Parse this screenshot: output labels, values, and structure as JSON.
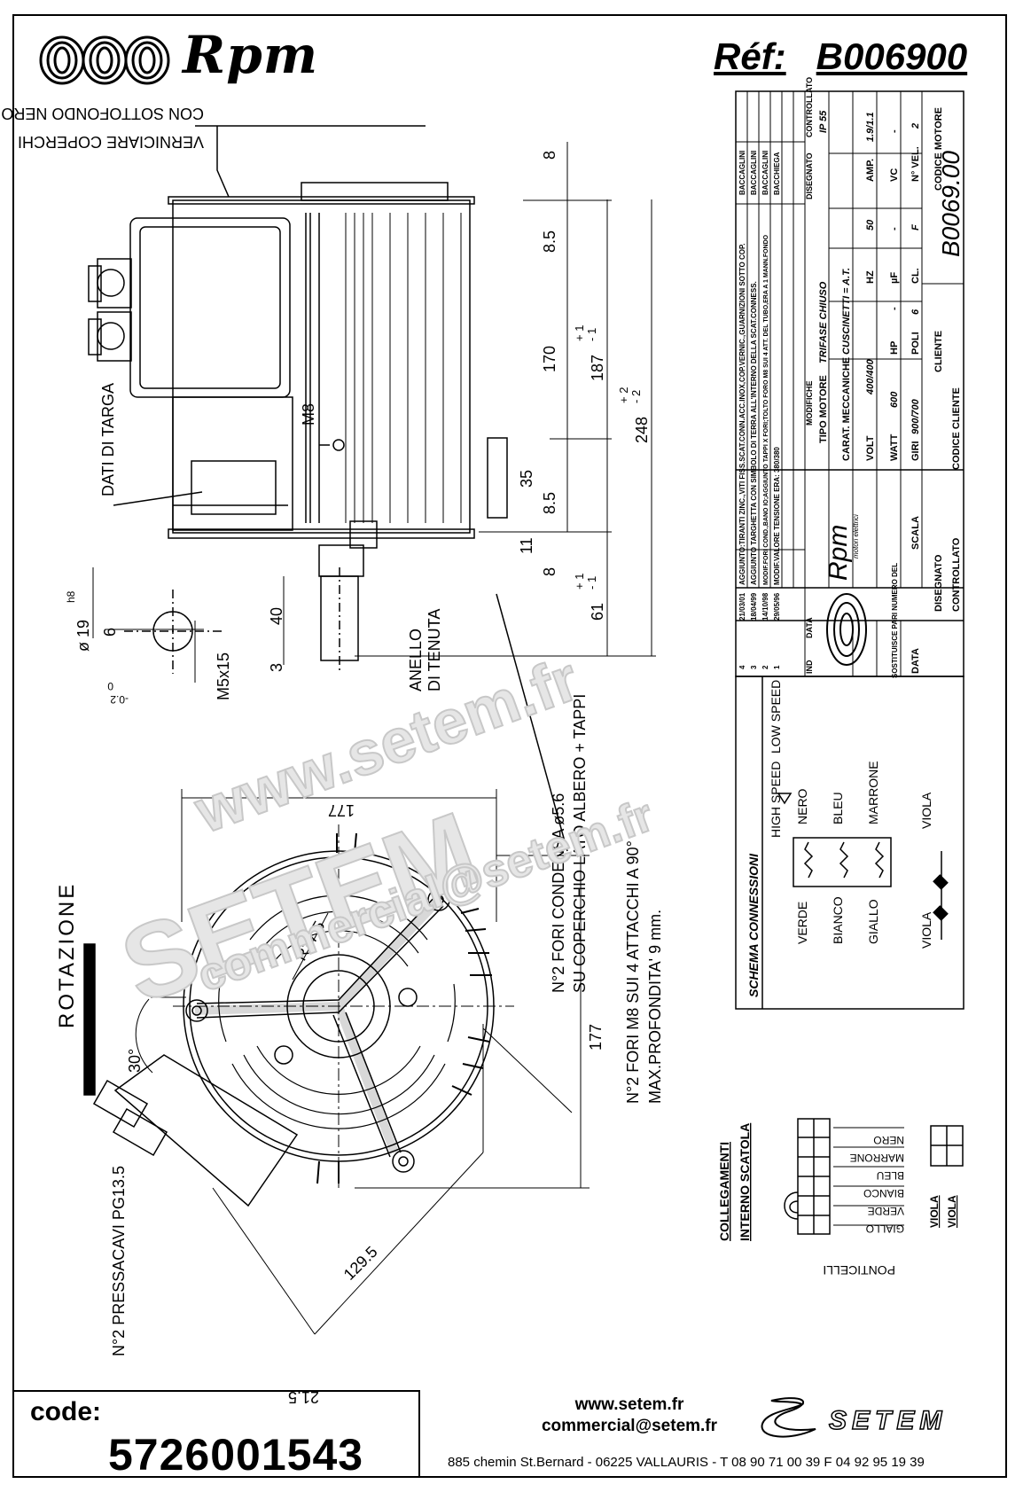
{
  "header": {
    "brand": "Rpm",
    "ref_label": "Réf:",
    "ref_value": "B006900"
  },
  "watermarks": {
    "url1": "www.setem.fr",
    "url2": "www.setem.fr",
    "brand": "SETEM",
    "email": "commercial@setem.fr"
  },
  "drawing": {
    "top_note_line1": "VERNICIARE COPERCHI",
    "top_note_line2": "CON SOTTOFONDO NERO",
    "dati_di_targa": "DATI DI TARGA",
    "m8": "M8",
    "anello_line1": "ANELLO",
    "anello_line2": "DI TENUTA",
    "dim_8a": "8",
    "dim_85a": "8.5",
    "dim_170": "170",
    "dim_187": "187",
    "dim_187_tol_plus": "+ 1",
    "dim_187_tol_minus": "- 1",
    "dim_35": "35",
    "dim_85b": "8.5",
    "dim_11": "11",
    "dim_8b": "8",
    "dim_248": "248",
    "dim_248_tol_plus": "+ 2",
    "dim_248_tol_minus": "- 2",
    "dim_61": "61",
    "dim_61_tol_plus": "+ 1",
    "dim_61_tol_minus": "- 1",
    "dim_40": "40",
    "dim_3": "3",
    "shaft_dia": "ø 19",
    "shaft_fit": "h8",
    "shaft_6": "6",
    "shaft_215": "21.5",
    "shaft_215_tol_upper": "0",
    "shaft_215_tol_lower": "-0.2",
    "shaft_m5": "M5x15",
    "dim_177_top": "177",
    "dim_177_side": "177",
    "dim_1295": "129.5",
    "r375": "R37.5",
    "angle_30": "30°",
    "note_fori_cond_1": "N°2 FORI CONDENSA ø5.6",
    "note_fori_cond_2": "SU COPERCHIO LATO ALBERO + TAPPI",
    "note_fori_m8_1": "N°2 FORI M8 SUI 4 ATTACCHI A 90°",
    "note_fori_m8_2": "MAX.PROFONDITA' 9 mm.",
    "rotazione": "ROTAZIONE",
    "pressacavi": "N°2 PRESSACAVI PG13.5"
  },
  "title_block": {
    "revisions": [
      {
        "no": "4",
        "date": "21/03/01",
        "desc": "AGGIUNTO:TIRANTI ZINC.,VITI FISS.SCAT.CONN.ACC.INOX,COP.VERNIC.,GUARNIZIONI SOTTO COP.",
        "sign": "BACCAGLINI"
      },
      {
        "no": "3",
        "date": "18/04/99",
        "desc": "AGGIUNTO TARGHETTA CON SIMBOLO DI TERRA ALL'INTERNO DELLA SCAT.CONNESS.",
        "sign": "BACCAGLINI"
      },
      {
        "no": "2",
        "date": "14/10/98",
        "desc": "MODIF.FORI COND.,BANO IO;AGGIUNTO TAPPI X FORI;TOLTO FORO M8 SUI 4 ATT. DEL TUBO,ERA A 1 MANN.FONDO",
        "sign": "BACCAGLINI"
      },
      {
        "no": "1",
        "date": "29/05/96",
        "desc": "MODIF.VALORE TENSIONE ERA: 380/380",
        "sign": "BACCHIEGA"
      }
    ],
    "rev_header": {
      "no": "IND",
      "date": "DATA",
      "desc": "MODIFICHE",
      "designed": "DISEGNATO",
      "checked": "CONTROLLATO"
    },
    "small_brand": "Rpm",
    "small_brand_sub": "motori elettrici",
    "tipo_motore_label": "TIPO MOTORE",
    "tipo_motore_value": "TRIFASE CHIUSO",
    "ip": "IP 55",
    "carat_label": "CARAT. MECCANICHE",
    "carat_value": "CUSCINETTI = A.T.",
    "volt_label": "VOLT",
    "volt_value": "400/400",
    "hz_label": "HZ",
    "hz_value": "50",
    "amp_label": "AMP.",
    "amp_value": "1.9/1.1",
    "watt_label": "WATT",
    "watt_value": "600",
    "hp_label": "HP",
    "hp_value": "-",
    "uf_label": "µF",
    "uf_value": "-",
    "vc_label": "VC",
    "vc_value": "-",
    "giri_label": "GIRI",
    "giri_value": "900/700",
    "poli_label": "POLI",
    "poli_value": "6",
    "cl_label": "CL.",
    "cl_value": "F",
    "nvel_label": "N° VEL.",
    "nvel_value": "2",
    "sostituisce": "SOSTITUISCE PARI NUMERO DEL",
    "cliente": "CLIENTE",
    "codice_motore_label": "CODICE MOTORE",
    "codice_motore_value": "B0069.00",
    "data_label": "DATA",
    "scala_label": "SCALA",
    "disegnato_label": "DISEGNATO",
    "controllato_label": "CONTROLLATO",
    "codice_cliente_label": "CODICE CLIENTE"
  },
  "schema": {
    "title": "SCHEMA CONNESSIONI",
    "high_speed": "HIGH SPEED",
    "low_speed": "LOW SPEED",
    "nero": "NERO",
    "bleu": "BLEU",
    "marrone": "MARRONE",
    "verde": "VERDE",
    "bianco": "BIANCO",
    "giallo": "GIALLO",
    "viola1": "VIOLA",
    "viola2": "VIOLA"
  },
  "collegamenti": {
    "title_1": "COLLEGAMENTI",
    "title_2": "INTERNO SCATOLA",
    "morsetti": "PONTICELLI",
    "wires": [
      "NERO",
      "MARRONE",
      "BLEU",
      "BIANCO",
      "VERDE",
      "GIALLO"
    ],
    "viola_a": "VIOLA",
    "viola_b": "VIOLA"
  },
  "footer": {
    "code_label": "code:",
    "code_value": "5726001543",
    "web": "www.setem.fr",
    "email": "commercial@setem.fr",
    "address": "885 chemin St.Bernard  -  06225 VALLAURIS  -  T 08 90 71 00 39  F 04 92 95 19 39",
    "setem_word": "SETEM"
  }
}
